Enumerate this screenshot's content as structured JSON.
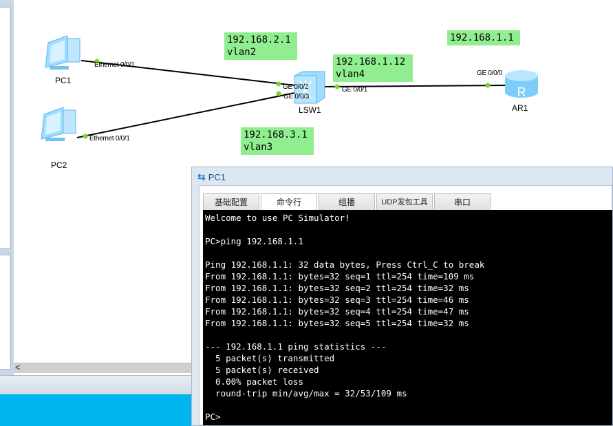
{
  "topology": {
    "devices": [
      {
        "name": "PC1",
        "icon": "pc-icon"
      },
      {
        "name": "PC2",
        "icon": "pc-icon"
      },
      {
        "name": "LSW1",
        "icon": "switch-icon"
      },
      {
        "name": "AR1",
        "icon": "router-icon"
      }
    ],
    "ports": {
      "pc1_eth": "Ethernet 0/0/1",
      "pc2_eth": "Ethernet 0/0/1",
      "lsw_ge2": "GE 0/0/2",
      "lsw_ge3": "GE 0/0/3",
      "lsw_ge1": "GE 0/0/1",
      "ar_ge0": "GE 0/0/0"
    },
    "annotations": [
      {
        "ip": "192.168.2.1",
        "vlan": "vlan2"
      },
      {
        "ip": "192.168.1.12",
        "vlan": "vlan4"
      },
      {
        "ip": "192.168.1.1",
        "vlan": ""
      },
      {
        "ip": "192.168.3.1",
        "vlan": "vlan3"
      }
    ],
    "annotation_color": "#90ee90"
  },
  "window": {
    "title": "PC1",
    "tabs": [
      "基础配置",
      "命令行",
      "组播",
      "UDP发包工具",
      "串口"
    ],
    "active_tab": "命令行",
    "terminal_lines": [
      "Welcome to use PC Simulator!",
      "",
      "PC>ping 192.168.1.1",
      "",
      "Ping 192.168.1.1: 32 data bytes, Press Ctrl_C to break",
      "From 192.168.1.1: bytes=32 seq=1 ttl=254 time=109 ms",
      "From 192.168.1.1: bytes=32 seq=2 ttl=254 time=32 ms",
      "From 192.168.1.1: bytes=32 seq=3 ttl=254 time=46 ms",
      "From 192.168.1.1: bytes=32 seq=4 ttl=254 time=47 ms",
      "From 192.168.1.1: bytes=32 seq=5 ttl=254 time=32 ms",
      "",
      "--- 192.168.1.1 ping statistics ---",
      "  5 packet(s) transmitted",
      "  5 packet(s) received",
      "  0.00% packet loss",
      "  round-trip min/avg/max = 32/53/109 ms",
      "",
      "PC>"
    ]
  },
  "scrollbar": {
    "left_arrow": "<"
  }
}
